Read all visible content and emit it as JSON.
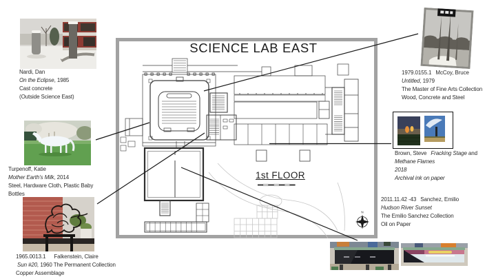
{
  "plan": {
    "title": "SCIENCE LAB EAST",
    "floor_label": "1st FLOOR",
    "compass_north": "N"
  },
  "colors": {
    "frame_gray": "#a2a2a2",
    "connector_line": "#1a1a1a",
    "text": "#2b2b2b"
  },
  "artworks": {
    "nardi": {
      "artist": "Nardi, Dan",
      "title": "On the Eclipse",
      "title_suffix": ", 1985",
      "medium": "Cast concrete",
      "location": "(Outside Science East)"
    },
    "turpenoff": {
      "artist": "Turpenoff, Katie",
      "title": "Mother Earth’s Milk",
      "title_suffix": ", 2014",
      "medium_line1": "Steel, Hardware Cloth, Plastic Baby",
      "medium_line2": "Bottles"
    },
    "falkenstein": {
      "accession": "1965.0013.1",
      "artist": "Falkenstein, Claire",
      "title": "Sun #20,",
      "title_suffix": " 1960 The Permanent Collection",
      "medium": "Copper Assemblage"
    },
    "mccoy": {
      "accession": "1979.0155.1",
      "artist": "McCoy, Bruce",
      "title": "Untitled",
      "title_suffix": ", 1979",
      "collection": "The Master of Fine Arts Collection",
      "medium": "Wood, Concrete and Steel"
    },
    "brown": {
      "artist": "Brown, Steve",
      "title1": "Fracking Stage",
      "conjunction": " and",
      "title2": "Methane Flames",
      "year": "2018",
      "medium": "Archival ink on paper"
    },
    "sanchez": {
      "accession": "2011.11.42 -43",
      "artist": "Sanchez, Emilio",
      "title": "Hudson River Sunset",
      "collection": "The Emilio Sanchez Collection",
      "medium": "Oil on Paper"
    }
  }
}
